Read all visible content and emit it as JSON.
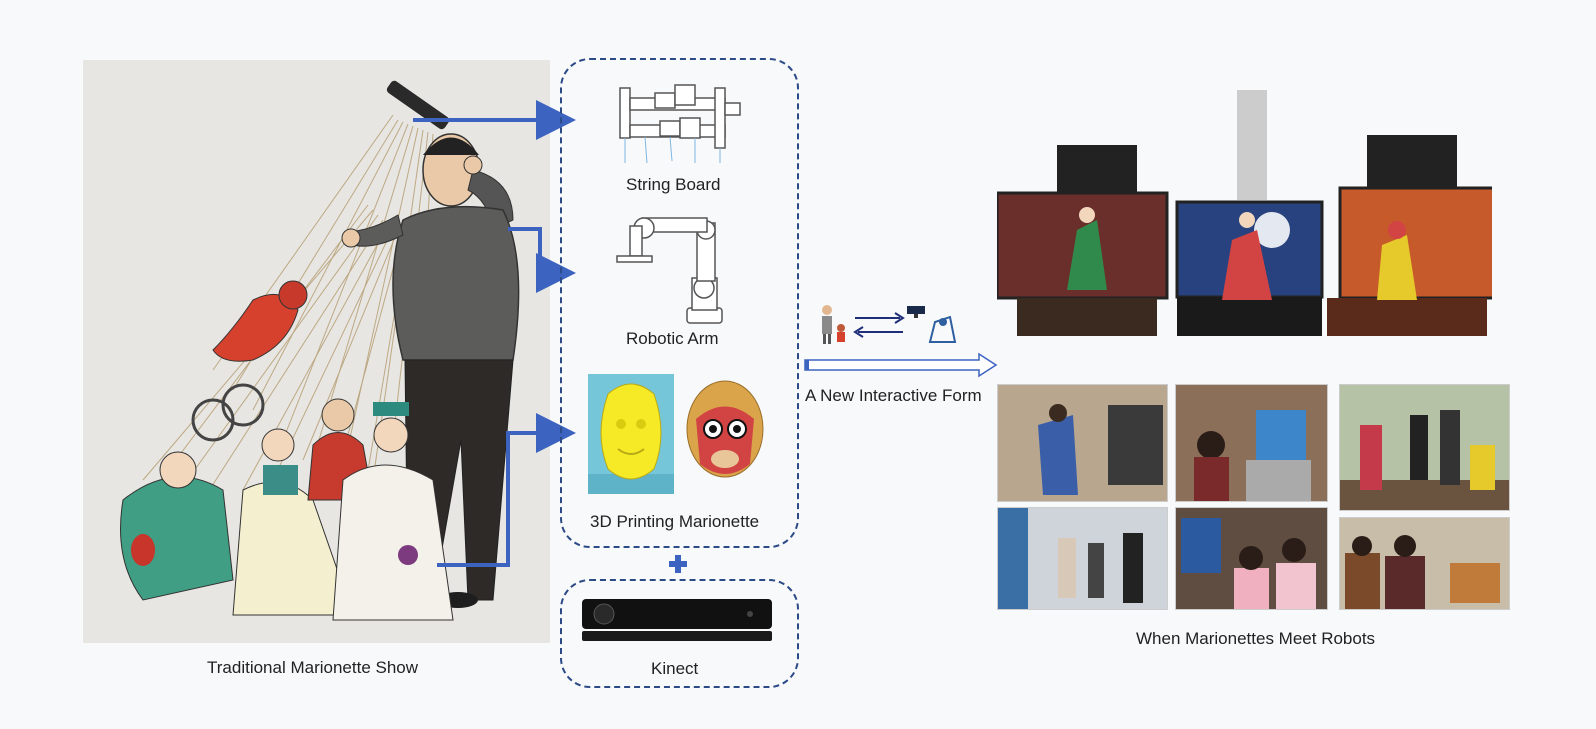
{
  "captions": {
    "traditional": "Traditional Marionette Show",
    "string_board": "String Board",
    "robotic_arm": "Robotic Arm",
    "printing": "3D Printing Marionette",
    "kinect": "Kinect",
    "new_form": "A New Interactive Form",
    "meet_robots": "When Marionettes Meet Robots"
  },
  "colors": {
    "arrow_blue": "#3d63c0",
    "box_border": "#2b4a86",
    "panel_bg": "#e7e6e2"
  },
  "icons": {
    "plus": "plus-icon",
    "arrow": "hollow-right-arrow-icon"
  }
}
